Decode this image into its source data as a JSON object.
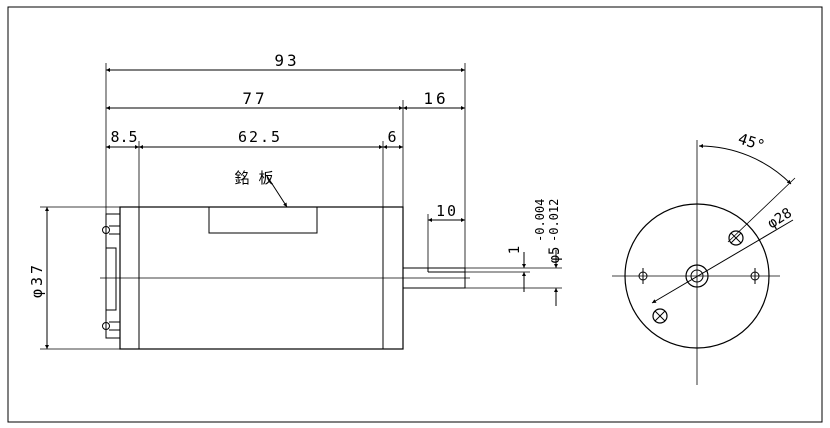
{
  "dimensions": {
    "overall_length": "93",
    "body_length": "77",
    "shaft_extension": "16",
    "rear_cap_length": "8.5",
    "can_length": "62.5",
    "front_cap_length": "6",
    "shaft_flat_length": "10",
    "flat_depth": "1",
    "body_diameter": "φ37",
    "shaft_diameter": "φ5",
    "shaft_tolerance_upper": "-0.004",
    "shaft_tolerance_lower": "-0.012",
    "hole_circle_diameter": "φ28",
    "hole_angle": "45°"
  },
  "labels": {
    "nameplate": "銘 板"
  }
}
